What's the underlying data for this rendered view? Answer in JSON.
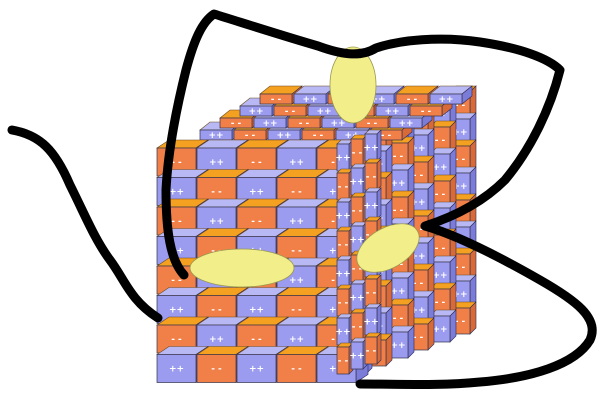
{
  "diagram": {
    "labels": {
      "negative": "- -",
      "positive": "++"
    },
    "colors": {
      "negative_face": "#f08048",
      "positive_face": "#9b9bf0",
      "top_face": "#f4a020",
      "side_face": "#7b7bd8",
      "blob": "#f2ef8a",
      "chain": "#000000"
    },
    "icons": [
      "cube-lattice",
      "polymer-chain",
      "pore-blob"
    ]
  }
}
